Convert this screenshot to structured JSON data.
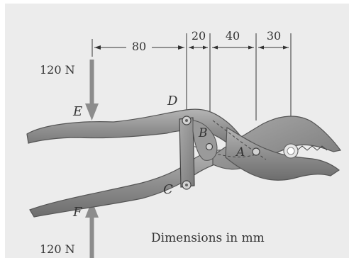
{
  "dimensions": {
    "d1": "80",
    "d2": "20",
    "d3": "40",
    "d4": "30"
  },
  "forces": {
    "top": "120 N",
    "bottom": "120 N"
  },
  "points": {
    "A": "A",
    "B": "B",
    "C": "C",
    "D": "D",
    "E": "E",
    "F": "F"
  },
  "caption": "Dimensions in mm",
  "colors": {
    "background": "#ececec",
    "metal": "#8f8f8f",
    "metal_dark": "#5a5a5a",
    "arrow": "#8c8c8c"
  }
}
